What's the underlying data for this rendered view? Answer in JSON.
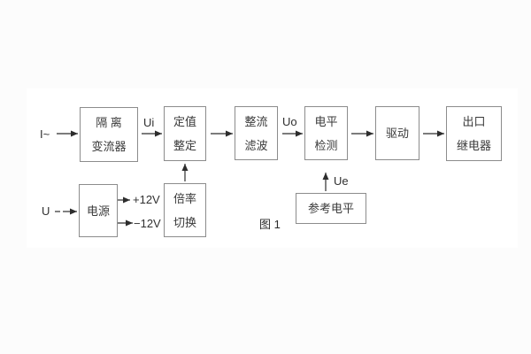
{
  "figure": {
    "caption": "图 1",
    "inputs": {
      "current": "I~",
      "voltage": "U"
    },
    "signals": {
      "ui": "Ui",
      "uo": "Uo",
      "ue": "Ue",
      "plus_rail": "+12V",
      "minus_rail": "−12V"
    },
    "blocks": {
      "isolation": {
        "line1": "隔 离",
        "line2": "变流器"
      },
      "setting": {
        "line1": "定值",
        "line2": "整定"
      },
      "rectifier": {
        "line1": "整流",
        "line2": "滤波"
      },
      "level_detect": {
        "line1": "电平",
        "line2": "检测"
      },
      "drive": {
        "line1": "驱动"
      },
      "output_relay": {
        "line1": "出口",
        "line2": "继电器"
      },
      "power": {
        "line1": "电源"
      },
      "ratio_switch": {
        "line1": "倍率",
        "line2": "切换"
      },
      "reference_level": {
        "line1": "参考电平"
      }
    },
    "colors": {
      "page_background": "#fcfcfc",
      "canvas_background": "#ffffff",
      "box_border": "#8c8c8c",
      "text": "#3a3a3a",
      "arrow": "#2d2d2d"
    }
  }
}
